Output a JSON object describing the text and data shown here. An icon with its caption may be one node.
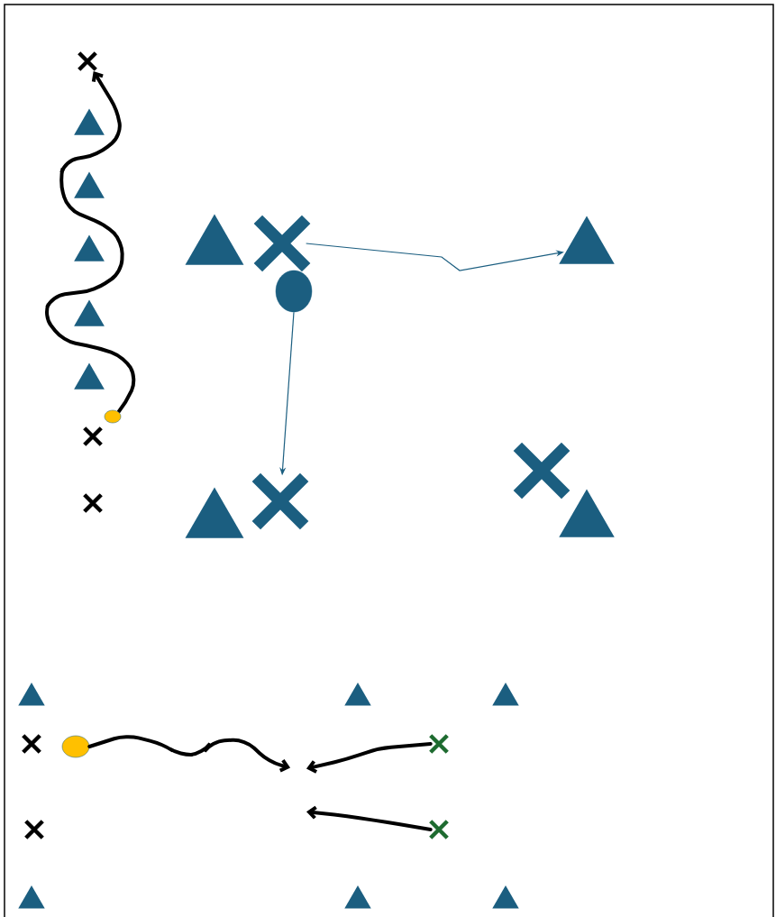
{
  "diagram": {
    "nodes": [
      {
        "text": [],
        "shape": "cross"
      },
      {
        "text": [],
        "shape": "triangle"
      },
      {
        "text": [],
        "shape": "triangle"
      },
      {
        "text": [],
        "shape": "triangle"
      },
      {
        "text": [],
        "shape": "triangle"
      },
      {
        "text": [],
        "shape": "triangle"
      },
      {
        "text": [],
        "shape": "circle"
      },
      {
        "text": [],
        "shape": "cross"
      },
      {
        "text": [],
        "shape": "cross"
      },
      {
        "text": [],
        "shape": "triangle"
      },
      {
        "text": [],
        "shape": "cross"
      },
      {
        "text": [],
        "shape": "triangle"
      },
      {
        "text": [],
        "shape": "circle"
      },
      {
        "text": [],
        "shape": "cross"
      },
      {
        "text": [],
        "shape": "triangle"
      },
      {
        "text": [],
        "shape": "cross"
      },
      {
        "text": [],
        "shape": "triangle"
      },
      {
        "text": [],
        "shape": "triangle"
      },
      {
        "text": [],
        "shape": "triangle"
      },
      {
        "text": [],
        "shape": "triangle"
      },
      {
        "text": [],
        "shape": "cross"
      },
      {
        "text": [],
        "shape": "circle"
      },
      {
        "text": [],
        "shape": "cross"
      },
      {
        "text": [],
        "shape": "cross"
      },
      {
        "text": [],
        "shape": "cross"
      },
      {
        "text": [],
        "shape": "triangle"
      },
      {
        "text": [],
        "shape": "triangle"
      },
      {
        "text": [],
        "shape": "triangle"
      }
    ],
    "edges": [
      {
        "from": 6,
        "to": 0,
        "arrow": "to"
      },
      {
        "from": 12,
        "to": 15,
        "arrow": "to",
        "color": "#1b5e80"
      },
      {
        "from": 10,
        "to": 11,
        "arrow": "to",
        "color": "#1b5e80"
      },
      {
        "from": 21,
        "to": null,
        "arrow": "to"
      },
      {
        "from": 22,
        "to": null,
        "arrow": "to"
      },
      {
        "from": 24,
        "to": null,
        "arrow": "to"
      }
    ]
  }
}
